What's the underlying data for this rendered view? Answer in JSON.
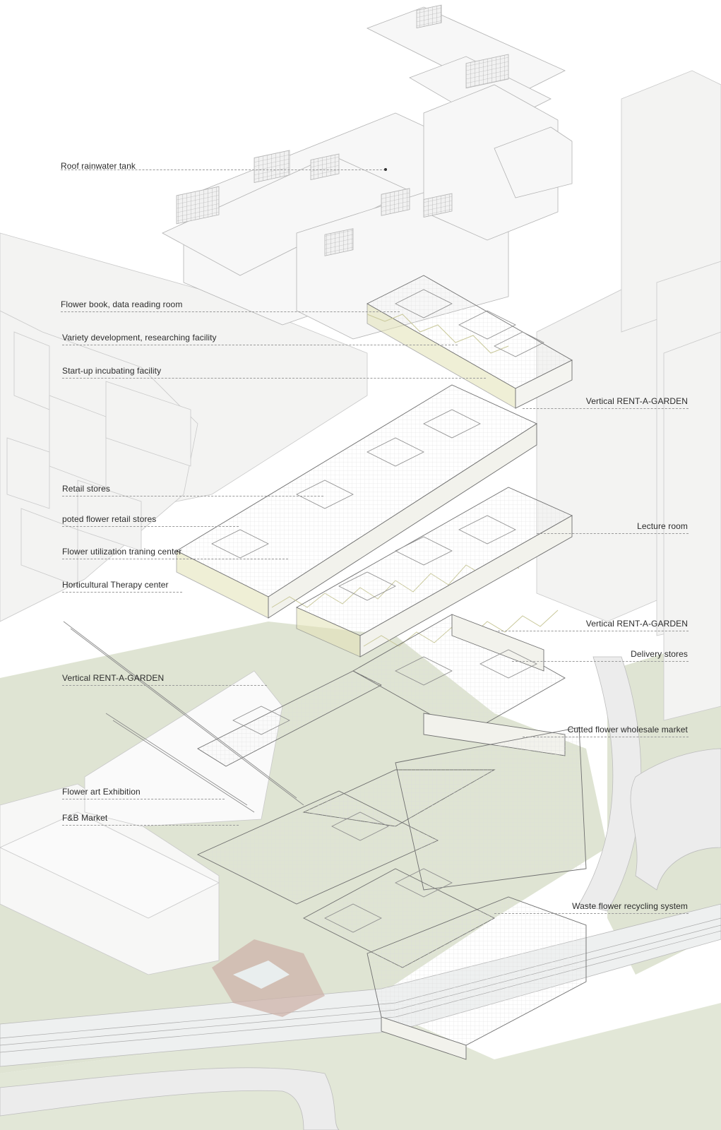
{
  "colors": {
    "background": "#ffffff",
    "context_building_fill": "#f3f3f2",
    "context_building_stroke": "#c9c9c9",
    "floor_plate_fill": "#fbfbfa",
    "floor_plate_stroke": "#6f6f6f",
    "truss_yellow": "#e3e2b6",
    "ground_green": "#dfe4d3",
    "road_gray": "#ececec",
    "plaza_rose": "#cdb3aa",
    "leader_line": "#9a9a9a",
    "label_text": "#2b2b2b"
  },
  "labels": {
    "left": [
      "Roof rainwater tank",
      "Flower book, data reading room",
      "Variety development, researching facility",
      "Start-up incubating facility",
      "Retail stores",
      "poted flower retail stores",
      "Flower utilization traning center",
      "Horticultural Therapy center",
      "Vertical RENT-A-GARDEN",
      "Flower art Exhibition",
      "F&B Market"
    ],
    "right": [
      "Vertical RENT-A-GARDEN",
      "Lecture room",
      "Vertical RENT-A-GARDEN",
      "Delivery stores",
      "Cutted flower wholesale market",
      "Waste flower recycling system"
    ]
  }
}
